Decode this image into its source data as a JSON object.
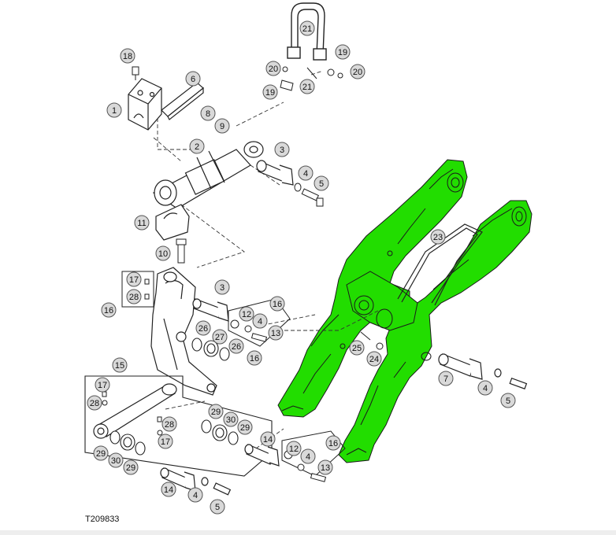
{
  "figure_id": "T209833",
  "colors": {
    "highlight": "#22dd00",
    "line": "#222222",
    "callout_fill": "#d9d9d9",
    "callout_stroke": "#555555"
  },
  "callouts": {
    "c18": "18",
    "c6": "6",
    "c1": "1",
    "c8": "8",
    "c9": "9",
    "c2": "2",
    "c3a": "3",
    "c4a": "4",
    "c5a": "5",
    "c11": "11",
    "c10": "10",
    "c17a": "17",
    "c28a": "28",
    "c16a": "16",
    "c3b": "3",
    "c16b": "16",
    "c12a": "12",
    "c4b": "4",
    "c26a": "26",
    "c27": "27",
    "c26b": "26",
    "c13a": "13",
    "c16c": "16",
    "c15": "15",
    "c17b": "17",
    "c28b": "28",
    "c28c": "28",
    "c17c": "17",
    "c29a": "29",
    "c30a": "30",
    "c29b": "29",
    "c29c": "29",
    "c30b": "30",
    "c29d": "29",
    "c14a": "14",
    "c14b": "14",
    "c4c": "4",
    "c5b": "5",
    "c21a": "21",
    "c20a": "20",
    "c19a": "19",
    "c21b": "21",
    "c19b": "19",
    "c20b": "20",
    "c23": "23",
    "c25": "25",
    "c24": "24",
    "c7": "7",
    "c4d": "4",
    "c5c": "5",
    "c16d": "16",
    "c12b": "12",
    "c4e": "4",
    "c13b": "13"
  }
}
